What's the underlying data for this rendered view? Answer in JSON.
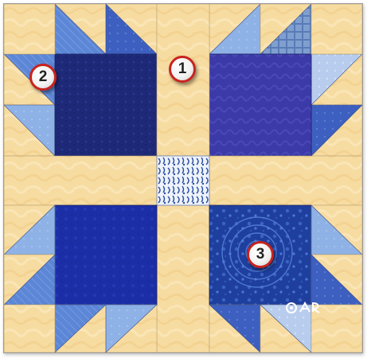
{
  "image": {
    "description_free": true,
    "callouts": [
      {
        "id": "callout-1",
        "label": "1"
      },
      {
        "id": "callout-2",
        "label": "2"
      },
      {
        "id": "callout-3",
        "label": "3"
      }
    ],
    "colors": {
      "background_fabric": "#f7dca2",
      "center_block_tl": "#1e2a78",
      "center_block_tr": "#3b3aa8",
      "center_block_bl": "#1c2ea6",
      "center_block_br": "#1f3f9e",
      "light_blue": "#8fb2e6",
      "medium_blue": "#5c86d6",
      "deep_blue": "#3d5fbf",
      "callout_ring": "#c8231d"
    },
    "signature_mark": "artist-signature"
  }
}
